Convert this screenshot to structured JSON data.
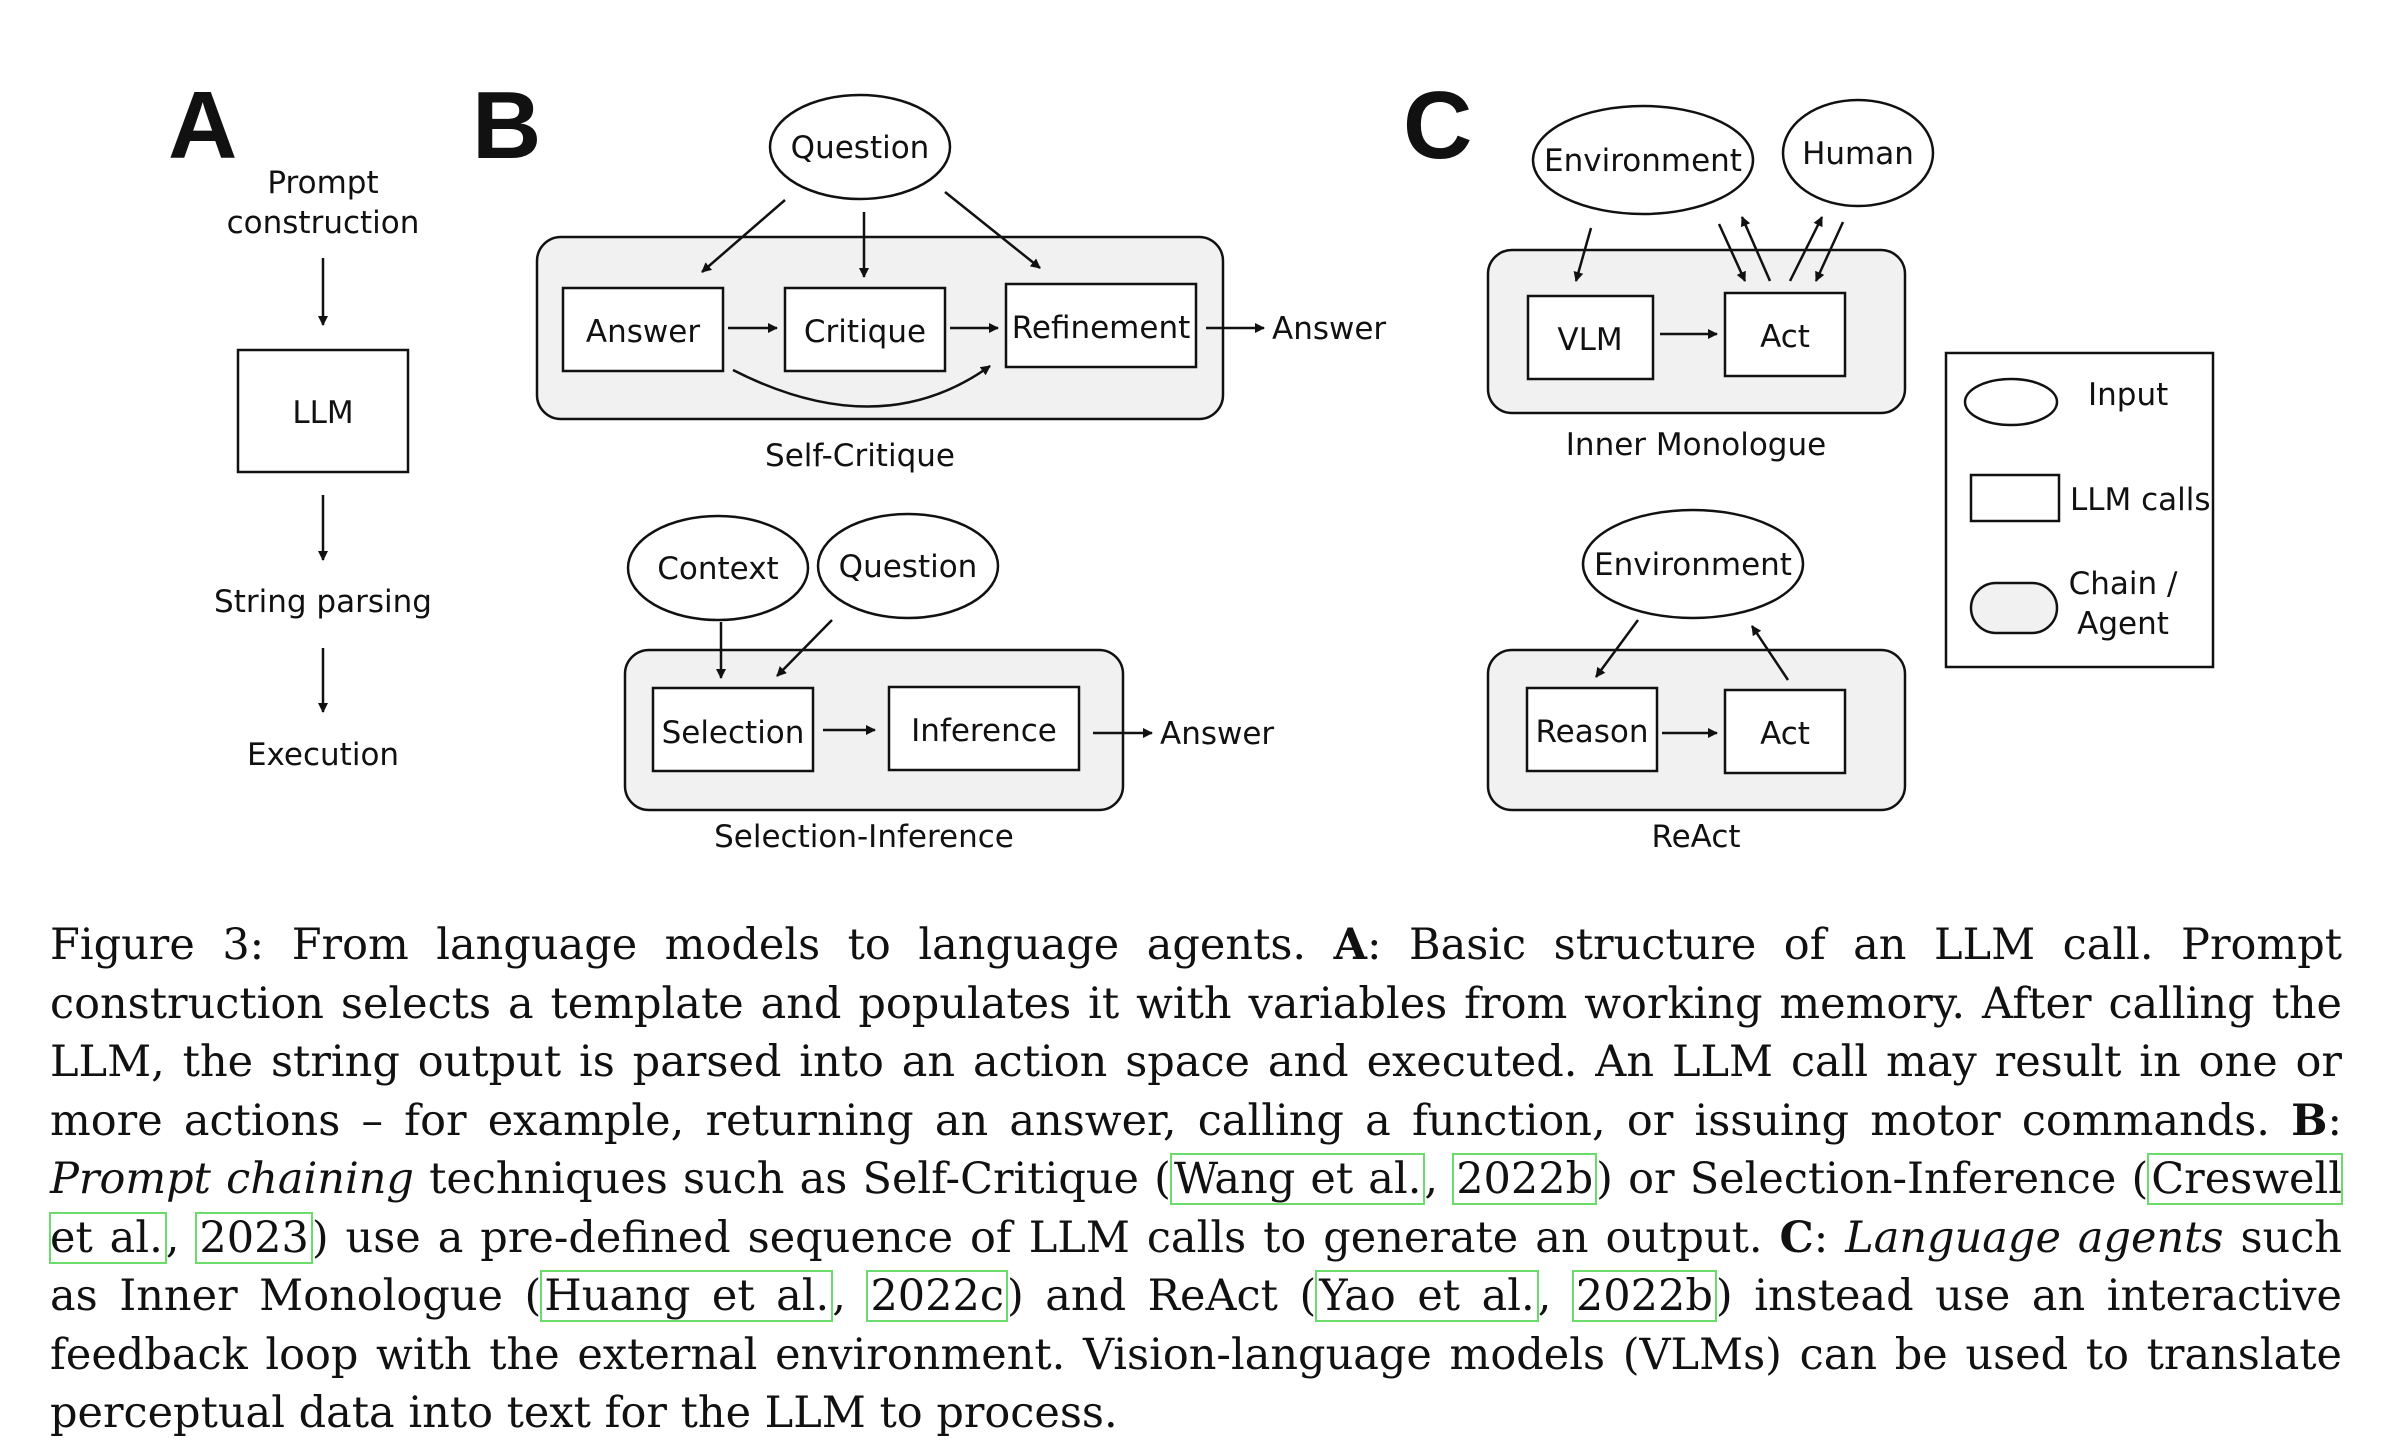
{
  "panels": {
    "a": {
      "letter": "A",
      "prompt_construction": [
        "Prompt",
        "construction"
      ],
      "llm": "LLM",
      "string_parsing": "String parsing",
      "execution": "Execution"
    },
    "b": {
      "letter": "B",
      "self_critique": {
        "question": "Question",
        "answer_box": "Answer",
        "critique": "Critique",
        "refinement": "Refinement",
        "output": "Answer",
        "label": "Self-Critique"
      },
      "selection_inference": {
        "context": "Context",
        "question": "Question",
        "selection": "Selection",
        "inference": "Inference",
        "output": "Answer",
        "label": "Selection-Inference"
      }
    },
    "c": {
      "letter": "C",
      "inner_monologue": {
        "environment": "Environment",
        "human": "Human",
        "vlm": "VLM",
        "act": "Act",
        "label": "Inner Monologue"
      },
      "react": {
        "environment": "Environment",
        "reason": "Reason",
        "act": "Act",
        "label": "ReAct"
      }
    },
    "legend": {
      "input": "Input",
      "llm_calls": "LLM calls",
      "chain_agent": [
        "Chain /",
        "Agent"
      ]
    }
  },
  "caption": {
    "t1": "Figure 3: From language models to language agents. ",
    "a_label": "A",
    "t2": ": Basic structure of an LLM call. Prompt construction selects a template and populates it with variables from working memory. After calling the LLM, the string output is parsed into an action space and executed. An LLM call may result in one or more actions – for example, returning an answer, calling a function, or issuing motor commands. ",
    "b_label": "B",
    "t3": ": ",
    "b_italic": "Prompt chaining",
    "t4": " techniques such as Self-Critique (",
    "c1a": "Wang et al.",
    "sep1": ", ",
    "c1b": "2022b",
    "t5": ") or Selection-Inference (",
    "c2a": "Creswell et al.",
    "sep2": ", ",
    "c2b": "2023",
    "t6": ") use a pre-defined sequence of LLM calls to generate an output. ",
    "c_label": "C",
    "t7": ": ",
    "c_italic": "Language agents",
    "t8": " such as Inner Monologue (",
    "c3a": "Huang et al.",
    "sep3": ", ",
    "c3b": "2022c",
    "t9": ") and ReAct (",
    "c4a": "Yao et al.",
    "sep4": ", ",
    "c4b": "2022b",
    "t10": ") instead use an interactive feedback loop with the external environment. Vision-language models (VLMs) can be used to translate perceptual data into text for the LLM to process."
  }
}
